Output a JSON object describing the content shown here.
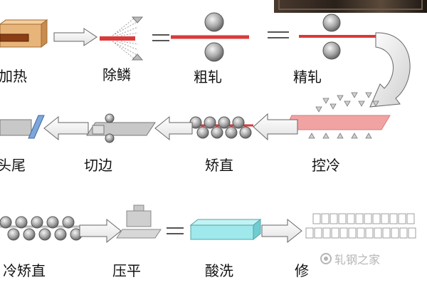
{
  "steps": {
    "heating": "加热",
    "descaling": "除鳞",
    "rough_rolling": "粗轧",
    "finish_rolling": "精轧",
    "controlled_cooling": "控冷",
    "hot_straightening": "矫直",
    "edge_trimming": "切边",
    "head_tail_cut": "头尾",
    "cold_straightening": "冷矫直",
    "press_flattening": "压平",
    "pickling": "酸洗",
    "finishing": "修"
  },
  "watermark": {
    "text": "轧钢之家"
  },
  "colors": {
    "slab": "#d93a3a",
    "furnace": "#e7b57a",
    "pickling_tank": "#9fe8ec",
    "roll": "#a9a9a9",
    "arrow_outline": "#666666",
    "cooling_zone": "#f1a3a3"
  }
}
